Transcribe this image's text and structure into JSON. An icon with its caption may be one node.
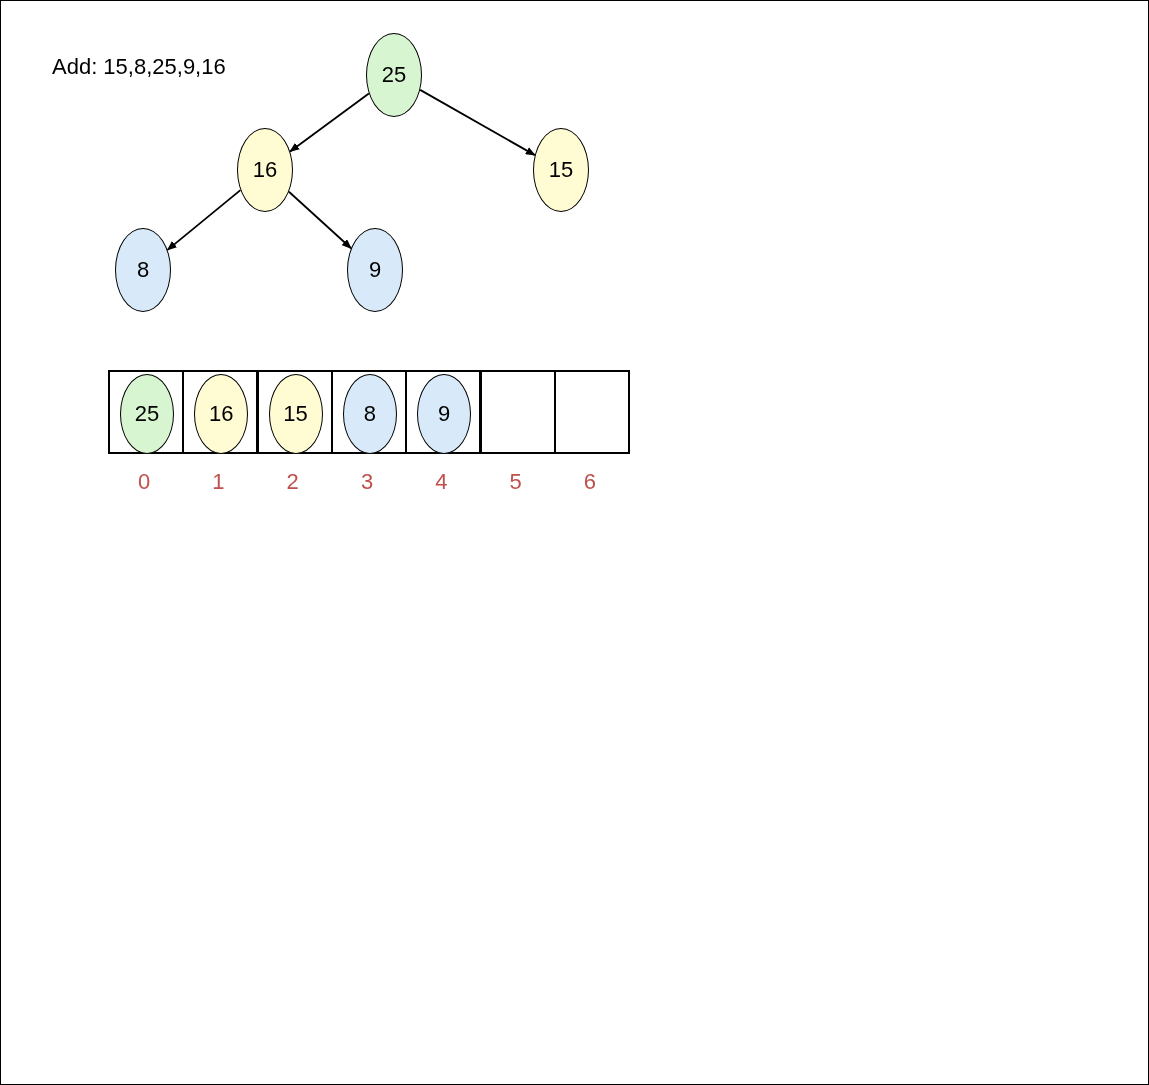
{
  "diagram": {
    "nodes": [
      {
        "text": [
          "25"
        ]
      },
      {
        "text": [
          "16"
        ]
      },
      {
        "text": [
          "15"
        ]
      },
      {
        "text": [
          "8"
        ]
      },
      {
        "text": [
          "9"
        ]
      },
      {
        "text": [],
        "shape": "box"
      },
      {
        "text": [
          "25"
        ],
        "in": 5
      },
      {
        "text": [],
        "shape": "box"
      },
      {
        "text": [
          "16"
        ],
        "in": 7
      },
      {
        "text": [],
        "shape": "box"
      },
      {
        "text": [
          "15"
        ],
        "in": 9
      },
      {
        "text": [],
        "shape": "box"
      },
      {
        "text": [
          "8"
        ],
        "in": 11
      },
      {
        "text": [],
        "shape": "box"
      },
      {
        "text": [
          "9"
        ],
        "in": 13
      },
      {
        "text": [],
        "shape": "box"
      },
      {
        "text": [],
        "shape": "box"
      }
    ],
    "edges": [
      {
        "from": 0,
        "to": 1,
        "arrow": "to"
      },
      {
        "from": 0,
        "to": 2,
        "arrow": "to"
      },
      {
        "from": 1,
        "to": 3,
        "arrow": "to"
      },
      {
        "from": 1,
        "to": 4,
        "arrow": "to"
      }
    ],
    "labels": [
      "Add:  15,8,25,9,16",
      "0",
      "1",
      "2",
      "3",
      "4",
      "5",
      "6"
    ]
  }
}
